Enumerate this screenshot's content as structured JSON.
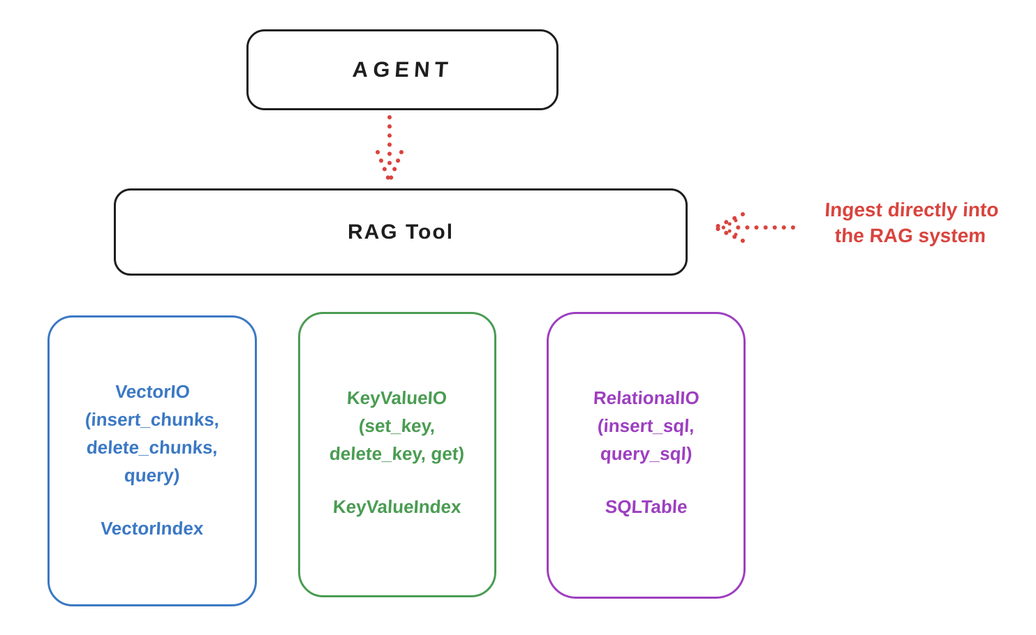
{
  "colors": {
    "ink": "#1e1e1e",
    "red": "#d9443e",
    "blue": "#3b78c4",
    "green": "#4a9c52",
    "purple": "#9d3fc0",
    "bg": "#ffffff"
  },
  "agent": {
    "label": "AGENT"
  },
  "rag_tool": {
    "label": "RAG Tool"
  },
  "annotation": {
    "line1": "Ingest directly into",
    "line2": "the RAG system"
  },
  "cards": [
    {
      "title": "VectorIO",
      "signature_lines": [
        "(insert_chunks,",
        "delete_chunks,",
        "query)"
      ],
      "index_label": "VectorIndex",
      "color": "#3b78c4"
    },
    {
      "title": "KeyValueIO",
      "signature_lines": [
        "(set_key,",
        "delete_key, get)"
      ],
      "index_label": "KeyValueIndex",
      "color": "#4a9c52"
    },
    {
      "title": "RelationalIO",
      "signature_lines": [
        "(insert_sql,",
        "query_sql)"
      ],
      "index_label": "SQLTable",
      "color": "#9d3fc0"
    }
  ],
  "arrows": [
    {
      "name": "agent-to-ragtool",
      "style": "dotted",
      "color": "#d9443e",
      "direction": "down"
    },
    {
      "name": "annotation-to-ragtool",
      "style": "dotted",
      "color": "#d9443e",
      "direction": "left"
    }
  ]
}
